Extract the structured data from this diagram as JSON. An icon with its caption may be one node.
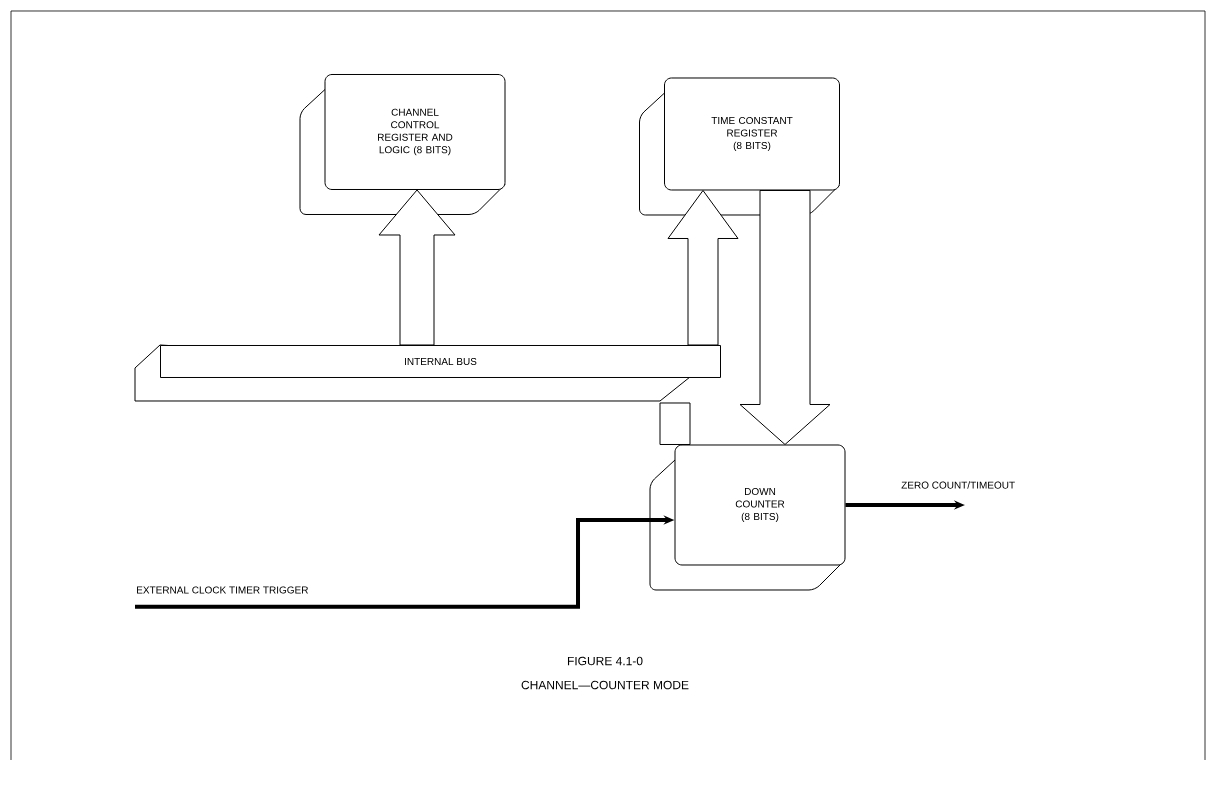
{
  "diagram": {
    "title": "FIGURE 4.1-0",
    "caption": "CHANNEL—COUNTER MODE",
    "nodes": [
      {
        "text": [
          "CHANNEL CONTROL REGISTER AND LOGIC (8 BITS)"
        ]
      },
      {
        "text": [
          "TIME CONSTANT REGISTER (8 BITS)"
        ]
      },
      {
        "text": [
          "INTERNAL BUS"
        ]
      },
      {
        "text": [
          "DOWN COUNTER (8 BITS)"
        ]
      },
      {
        "text": [
          "EXTERNAL CLOCK TIMER TRIGGER"
        ]
      },
      {
        "text": [
          "ZERO COUNT/TIMEOUT"
        ]
      }
    ],
    "edges": [
      {
        "from": 2,
        "to": 0,
        "arrow": "to"
      },
      {
        "from": 2,
        "to": 1,
        "arrow": "to"
      },
      {
        "from": 1,
        "to": 3,
        "arrow": "to"
      },
      {
        "from": 2,
        "to": 3,
        "arrow": "none"
      },
      {
        "from": 4,
        "to": 3,
        "arrow": "to"
      },
      {
        "from": 3,
        "to": 5,
        "arrow": "to"
      }
    ]
  }
}
